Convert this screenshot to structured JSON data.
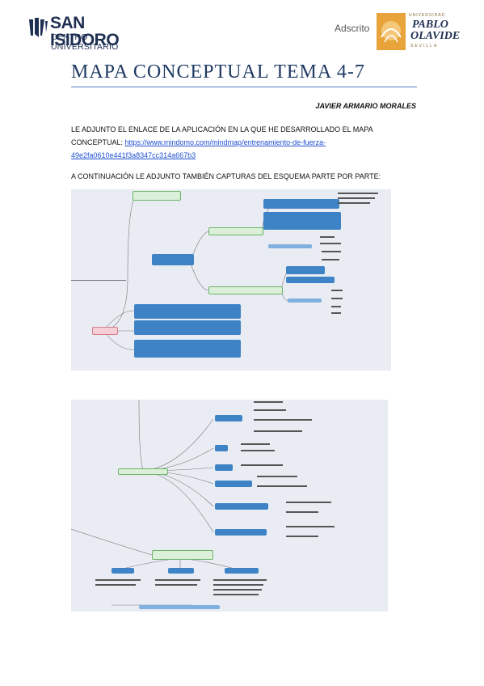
{
  "header": {
    "logo_left": {
      "name": "SAN ISIDORO",
      "subtitle": "CENTRO UNIVERSITARIO"
    },
    "adscrito": "Adscrito",
    "logo_right": {
      "top": "UNIVERSIDAD",
      "name1": "PABLO",
      "name2": "OLAVIDE",
      "bottom": "SEVILLA"
    }
  },
  "document": {
    "title": "MAPA CONCEPTUAL TEMA 4-7",
    "author": "JAVIER ARMARIO MORALES",
    "intro_text": "LE ADJUNTO EL ENLACE DE LA APLICACIÓN EN LA QUE HE DESARROLLADO EL MAPA CONCEPTUAL: ",
    "link_text": "https://www.mindomo.com/mindmap/entrenamiento-de-fuerza-49e2fa0610e441f3a8347cc314a667b3",
    "captures_text": "A CONTINUACIÓN LE ADJUNTO TAMBIÉN CAPTURAS DEL ESQUEMA PARTE POR PARTE:"
  },
  "colors": {
    "title": "#1f3a63",
    "rule": "#4f81bd",
    "link": "#1f4fd1",
    "map_bg": "#e9edf3",
    "node_blue": "#3e83c6",
    "node_green": "#dcefd9",
    "node_pink": "#f7d0d6"
  }
}
